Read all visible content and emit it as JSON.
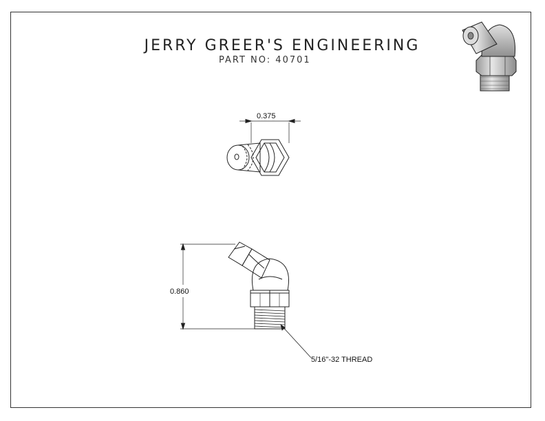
{
  "title_block": {
    "company": "JERRY GREER'S ENGINEERING",
    "part_number": "PART NO: 40701"
  },
  "dimensions": {
    "top_view_width": "0.375",
    "front_view_height": "0.860",
    "thread_note": "5/16\"-32 THREAD"
  },
  "colors": {
    "line": "#222222",
    "shade": "#c8c8c8",
    "frame": "#333333"
  }
}
